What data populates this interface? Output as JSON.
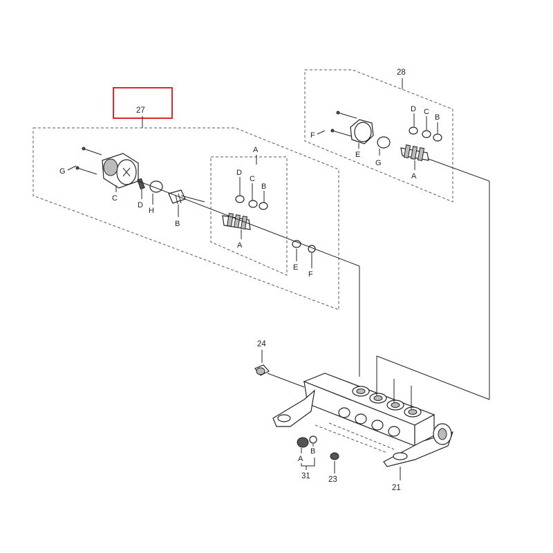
{
  "highlight_color": "#e0262c",
  "callouts": {
    "c27": "27",
    "c28": "28",
    "c24": "24",
    "c21": "21",
    "c23": "23",
    "c31": "31"
  },
  "group27": {
    "G": "G",
    "C": "C",
    "D1": "D",
    "H": "H",
    "B1": "B",
    "A_top": "A",
    "A_bot": "A",
    "D2": "D",
    "C2": "C",
    "B2": "B",
    "E": "E",
    "F": "F"
  },
  "group28": {
    "F": "F",
    "E": "E",
    "G": "G",
    "A": "A",
    "D": "D",
    "C": "C",
    "B": "B"
  },
  "body_labels": {
    "A": "A",
    "B": "B"
  }
}
